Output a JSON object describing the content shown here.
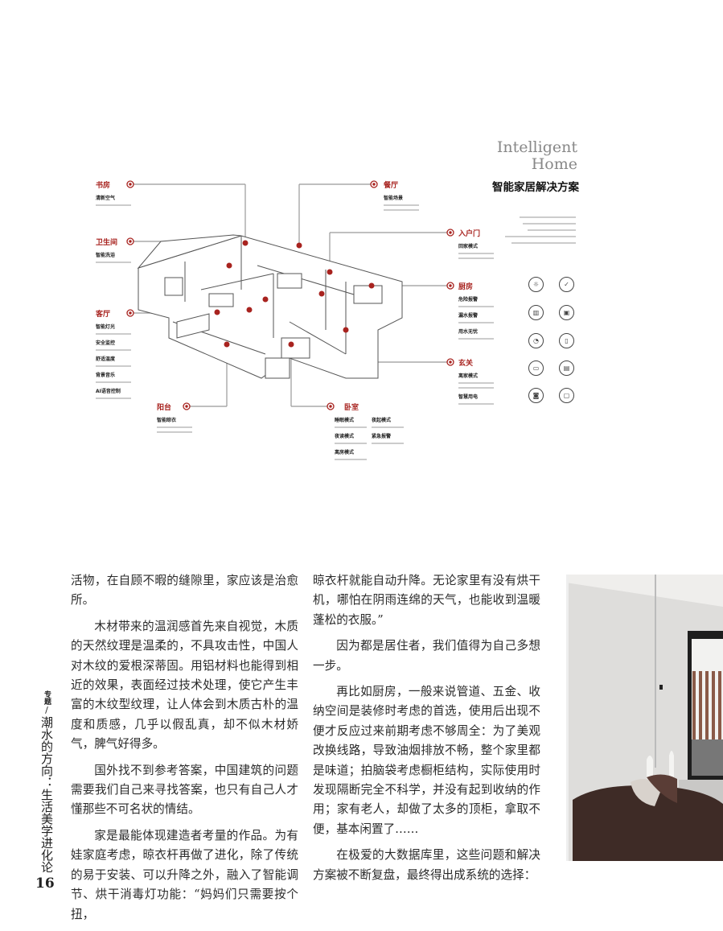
{
  "diagram": {
    "title_en_line1": "Intelligent",
    "title_en_line2": "Home",
    "title_cn": "智能家居解决方案",
    "rooms": [
      {
        "name": "书房",
        "features": [
          "清新空气"
        ]
      },
      {
        "name": "卫生间",
        "features": [
          "智能洗浴"
        ]
      },
      {
        "name": "客厅",
        "features": [
          "智能灯光",
          "安全监控",
          "舒适温度",
          "背景音乐",
          "AI语音控制"
        ]
      },
      {
        "name": "阳台",
        "features": [
          "智能晾衣"
        ]
      },
      {
        "name": "卧室",
        "features": [
          "睡眠模式",
          "夜起模式",
          "夜读模式",
          "紧急报警",
          "离房模式"
        ]
      },
      {
        "name": "餐厅",
        "features": [
          "智能场景"
        ]
      },
      {
        "name": "入户门",
        "features": [
          "回家模式"
        ]
      },
      {
        "name": "厨房",
        "features": [
          "危险报警",
          "漏水报警",
          "用水无忧"
        ]
      },
      {
        "name": "玄关",
        "features": [
          "离家模式",
          "智慧用电"
        ]
      }
    ],
    "accent_color": "#a8231f"
  },
  "article": {
    "left": [
      "活物，在自顾不暇的缝隙里，家应该是治愈所。",
      "木材带来的温润感首先来自视觉，木质的天然纹理是温柔的，不具攻击性，中国人对木纹的爱根深蒂固。用铝材料也能得到相近的效果，表面经过技术处理，使它产生丰富的木纹型纹理，让人体会到木质古朴的温度和质感，几乎以假乱真，却不似木材娇气，脾气好得多。",
      "国外找不到参考答案，中国建筑的问题需要我们自己来寻找答案，也只有自己人才懂那些不可名状的情结。",
      "家是最能体现建造者考量的作品。为有娃家庭考虑，晾衣杆再做了进化，除了传统的易于安装、可以升降之外，融入了智能调节、烘干消毒灯功能：“妈妈们只需要按个扭，"
    ],
    "right": [
      "晾衣杆就能自动升降。无论家里有没有烘干机，哪怕在阴雨连绵的天气，也能收到温暖蓬松的衣服。”",
      "因为都是居住者，我们值得为自己多想一步。",
      "再比如厨房，一般来说管道、五金、收纳空间是装修时考虑的首选，使用后出现不便才反应过来前期考虑不够周全：为了美观改换线路，导致油烟排放不畅，整个家里都是味道；拍脑袋考虑橱柜结构，实际使用时发现隔断完全不科学，并没有起到收纳的作用；家有老人，却做了太多的顶柜，拿取不便，基本闲置了……",
      "在极爱的大数据库里，这些问题和解决方案被不断复盘，最终得出成系统的选择："
    ]
  },
  "sidebar": {
    "section": "专题",
    "slash": "/",
    "column_title": "潮水的方向：生活美学进化论",
    "page_number": "16"
  }
}
